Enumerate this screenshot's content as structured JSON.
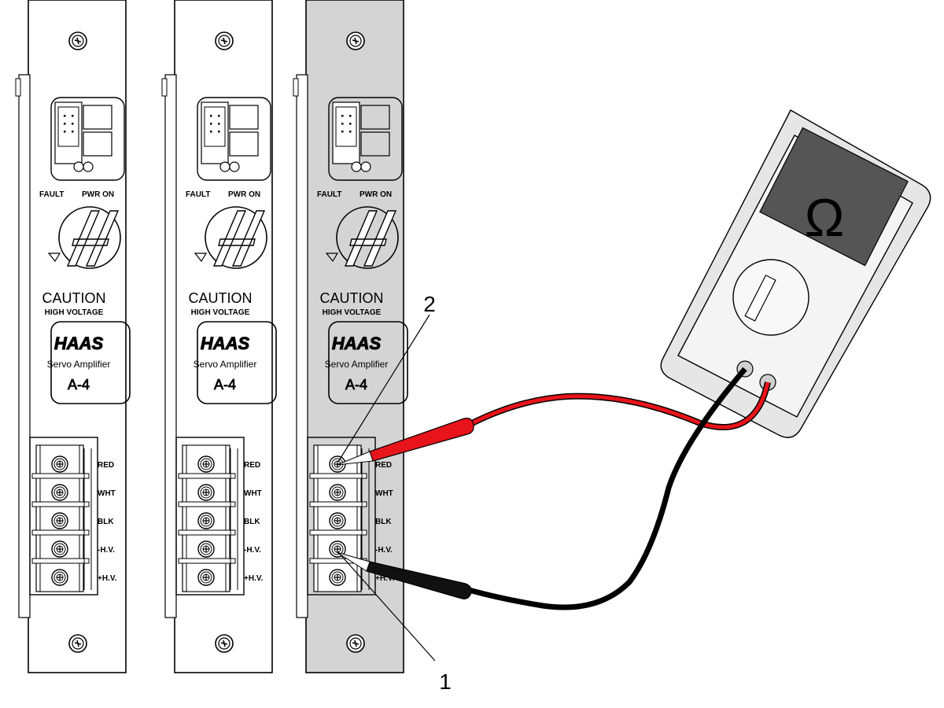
{
  "amplifier": {
    "led_labels": [
      "FAULT",
      "PWR ON"
    ],
    "caution": "CAUTION",
    "high_voltage": "HIGH VOLTAGE",
    "brand": "HAAS",
    "product": "Servo Amplifier",
    "model": "A-4",
    "terminals": [
      "RED",
      "WHT",
      "BLK",
      "-H.V.",
      "+H.V."
    ]
  },
  "callouts": {
    "one": "1",
    "two": "2"
  },
  "meter": {
    "symbol": "Ω"
  },
  "colors": {
    "panel": "#ffffff",
    "panel_highlight": "#d4d4d4",
    "probe_red": "#e8141b",
    "probe_black": "#0a0a0a",
    "meter_body": "#e6e6e6",
    "meter_display": "#555555"
  }
}
